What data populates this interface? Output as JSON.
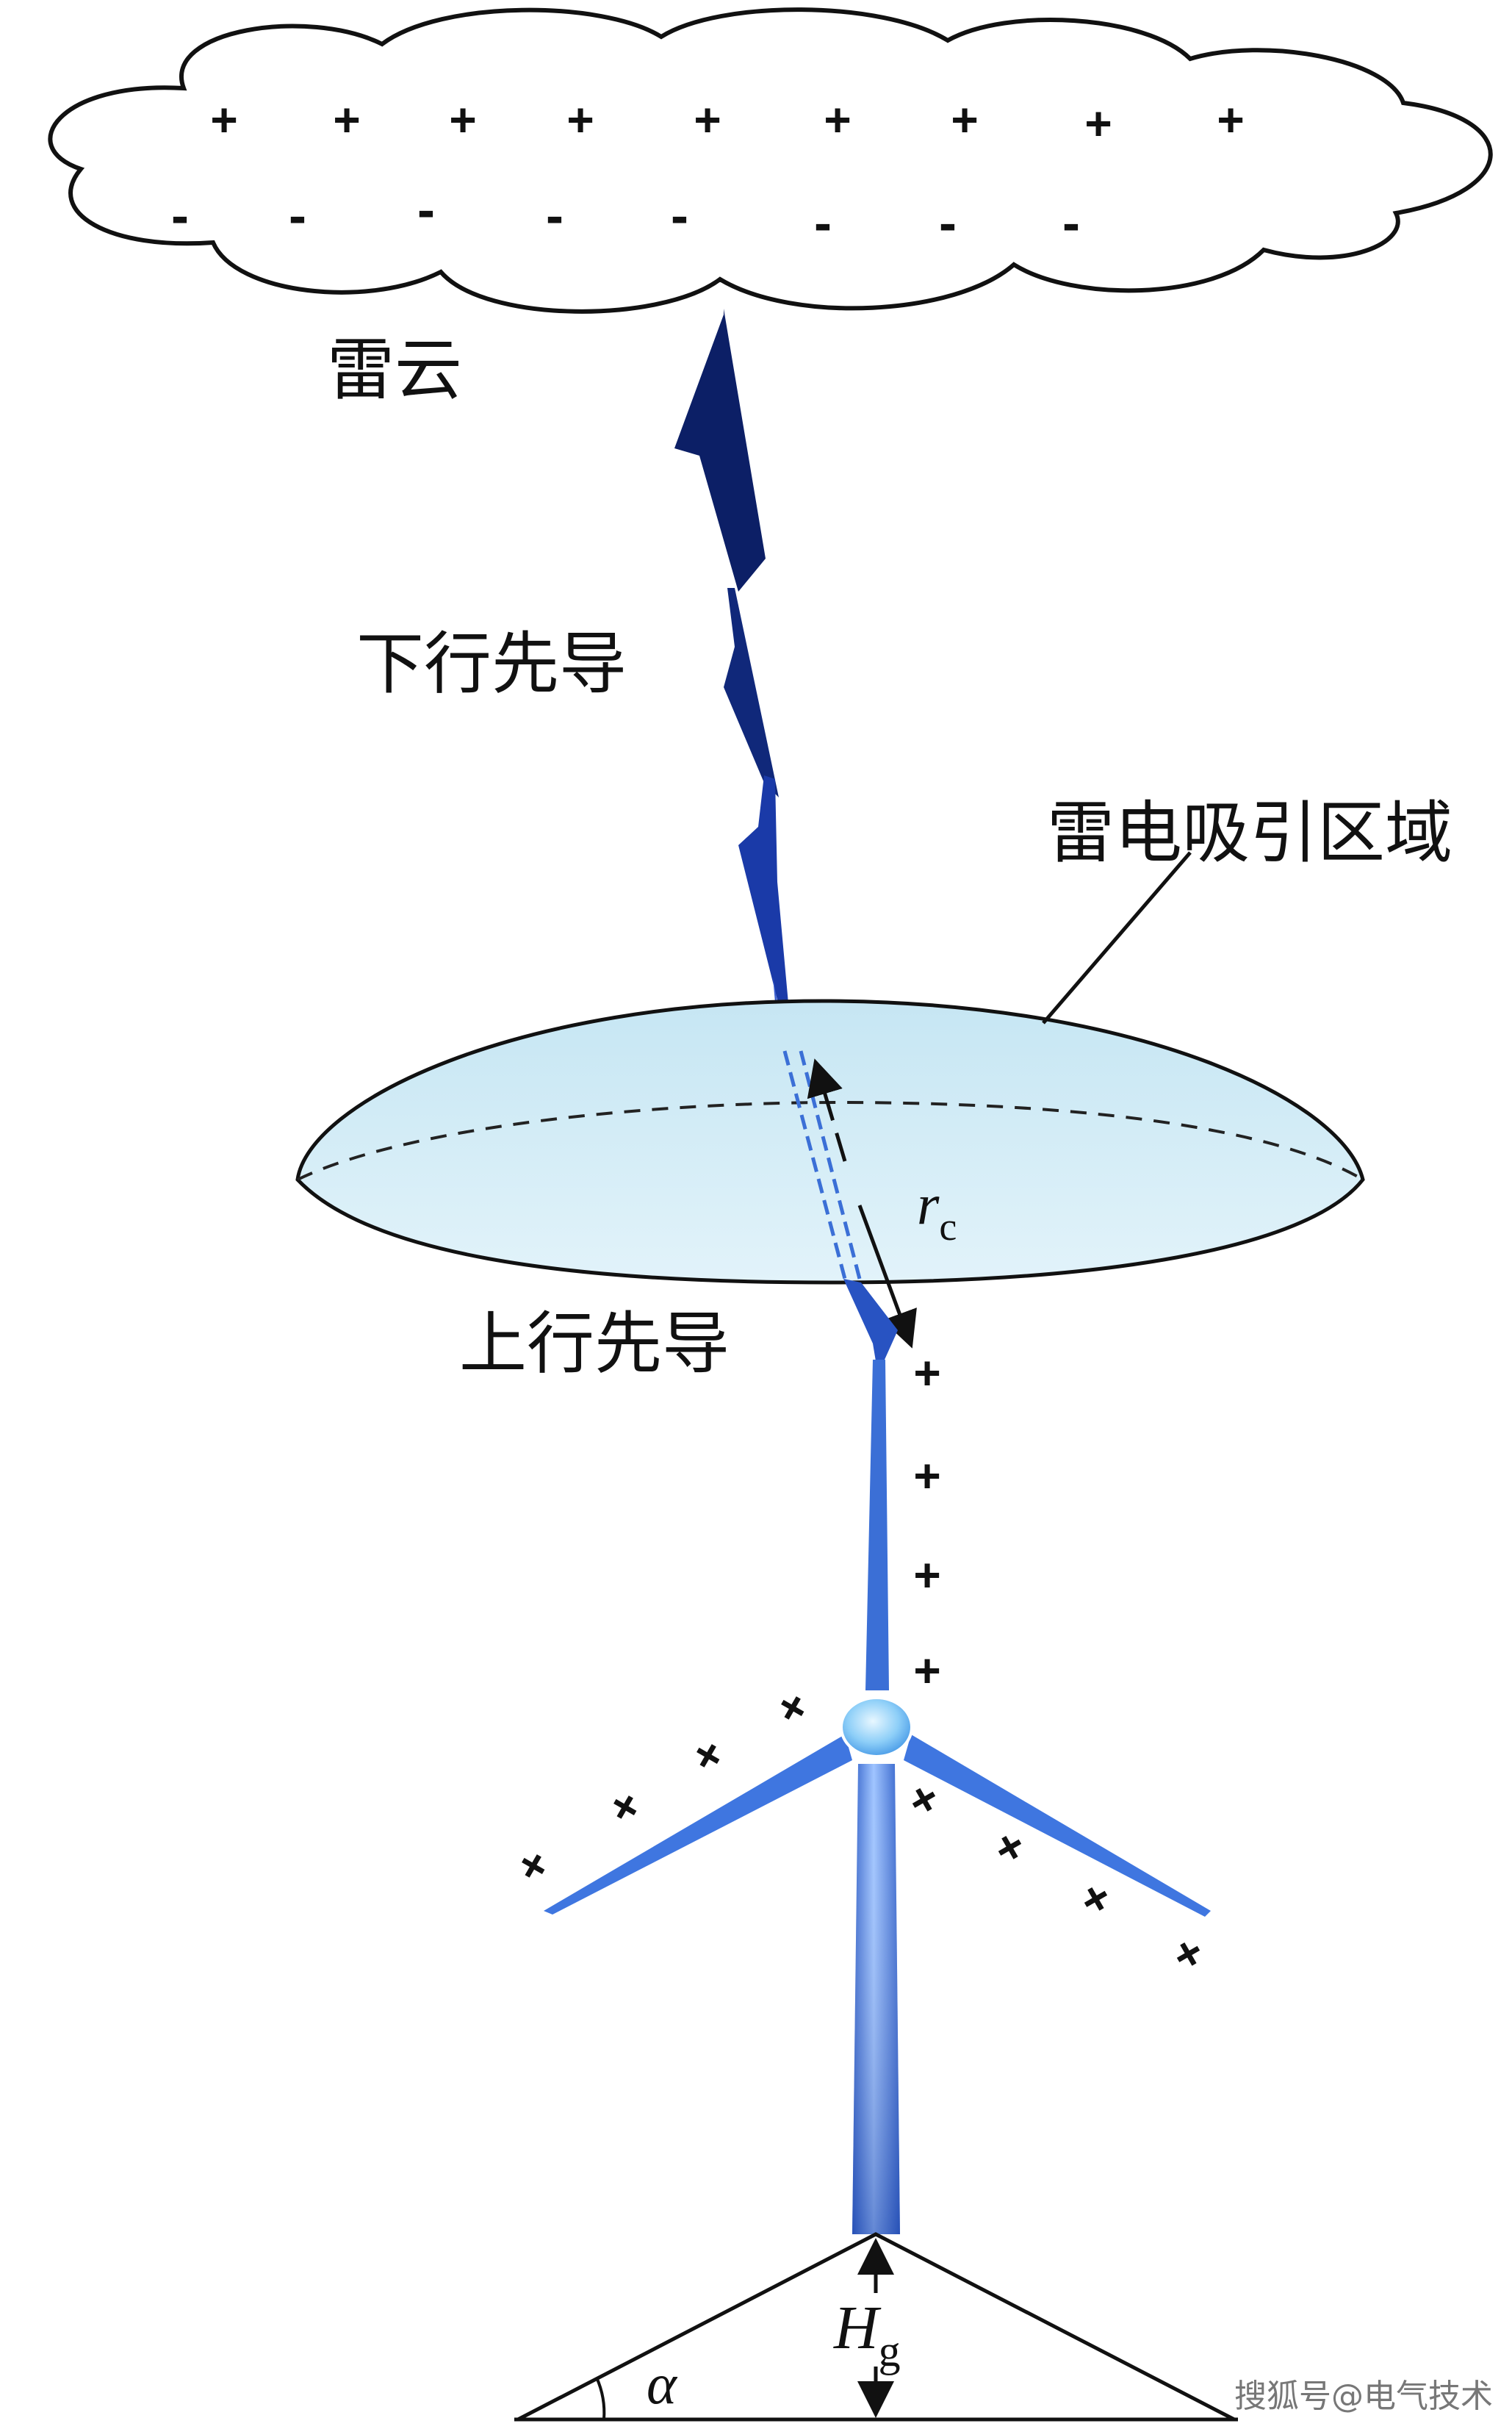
{
  "labels": {
    "cloud": "雷云",
    "downward_leader": "下行先导",
    "attraction_zone": "雷电吸引区域",
    "upward_leader": "上行先导",
    "rc_main": "r",
    "rc_sub": "c",
    "hg_main": "H",
    "hg_sub": "g",
    "alpha": "α",
    "watermark": "搜狐号@电气技术"
  },
  "charges": {
    "positive": "+",
    "negative": "-",
    "blade": "+"
  },
  "colors": {
    "cloud_fill": "#ffffff",
    "cloud_stroke": "#111111",
    "leader_dark": "#0c1f66",
    "leader_mid": "#1a3aa8",
    "blue": "#3b6fd6",
    "light_blue": "#6fa0f0",
    "zone_fill": "#d4ecf6",
    "hub": "#8ecff8"
  }
}
